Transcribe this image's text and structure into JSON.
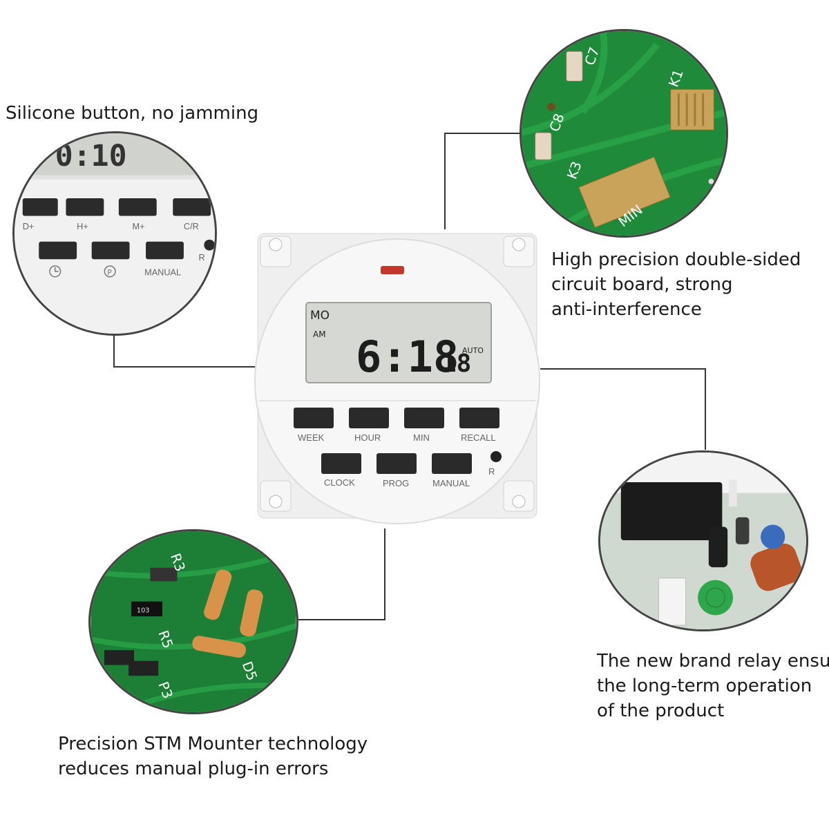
{
  "callouts": {
    "buttons": {
      "lines": [
        "Silicone button, no jamming"
      ]
    },
    "circuit": {
      "lines": [
        "High precision double-sided",
        "circuit board, strong",
        "anti-interference"
      ]
    },
    "relay": {
      "lines": [
        "The new brand relay ensures",
        "the long-term operation",
        "of the product"
      ]
    },
    "smt": {
      "lines": [
        "Precision STM Mounter technology",
        "reduces manual plug-in errors"
      ]
    }
  },
  "display": {
    "day": "MO",
    "ampm": "AM",
    "time": "6:18",
    "seconds": "18",
    "mode": "AUTO"
  },
  "keys": {
    "row1": [
      "WEEK",
      "HOUR",
      "MIN",
      "RECALL"
    ],
    "row2": [
      "CLOCK",
      "PROG",
      "MANUAL"
    ],
    "reset": "R"
  },
  "zoom_buttons": {
    "row1": [
      "D+",
      "H+",
      "M+",
      "C/R"
    ],
    "row2_manual": "MANUAL",
    "reset": "R"
  },
  "pcb_labels": {
    "top": [
      "C7",
      "C8",
      "K1",
      "K3",
      "MIN"
    ],
    "bottom": [
      "R3",
      "R5",
      "P3",
      "D5",
      "103"
    ]
  },
  "colors": {
    "pcb_green": "#1f8a3a",
    "pad_gold": "#c9a35a",
    "device_white": "#f4f4f4",
    "lcd_bg": "#d6d8d3",
    "button_black": "#2a2a2a",
    "led_red": "#c0392b"
  }
}
